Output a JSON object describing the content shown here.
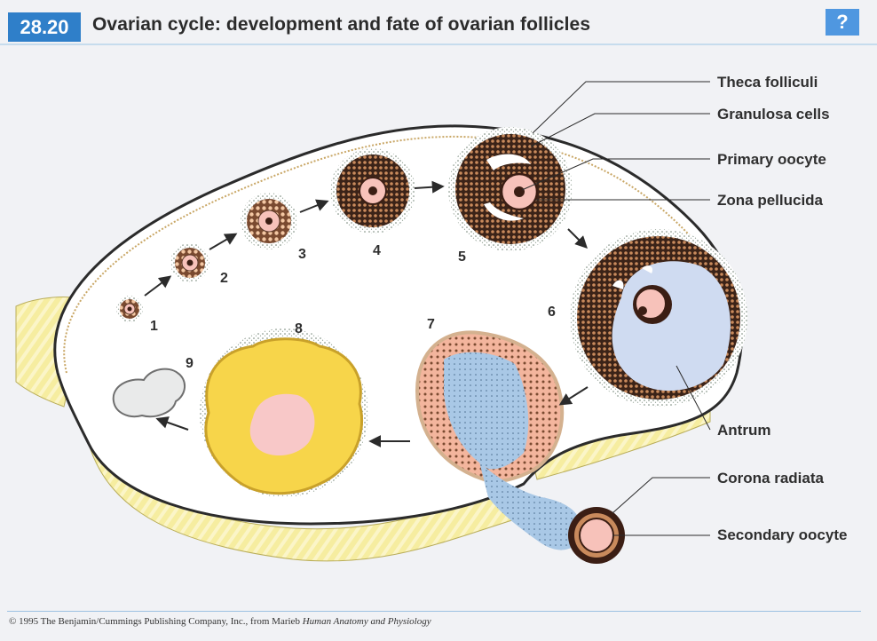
{
  "header": {
    "figure_number": "28.20",
    "title": "Ovarian cycle: development and fate of ovarian follicles",
    "help_label": "?"
  },
  "stages": [
    "1",
    "2",
    "3",
    "4",
    "5",
    "6",
    "7",
    "8",
    "9"
  ],
  "labels": {
    "theca_folliculi": "Theca folliculi",
    "granulosa_cells": "Granulosa cells",
    "primary_oocyte": "Primary oocyte",
    "zona_pellucida": "Zona pellucida",
    "antrum": "Antrum",
    "corona_radiata": "Corona radiata",
    "secondary_oocyte": "Secondary oocyte"
  },
  "footer": {
    "copyright": "© 1995 The Benjamin/Cummings Publishing Company, Inc., from Marieb ",
    "book_title": "Human Anatomy and Physiology"
  },
  "colors": {
    "badge": "#2f7fc9",
    "help": "#4f97e0",
    "ovary_fill": "#ffffff",
    "ligament": "#f6eda0",
    "follicle_dark": "#3a2418",
    "antrum": "#cfdbf1",
    "oocyte": "#f7c2ba",
    "corpus_luteum": "#f7d54a",
    "corpus_luteum_center": "#f8c8c8",
    "corpus_albicans": "#e9eaea",
    "ruptured_blue": "#a9c8e6"
  }
}
